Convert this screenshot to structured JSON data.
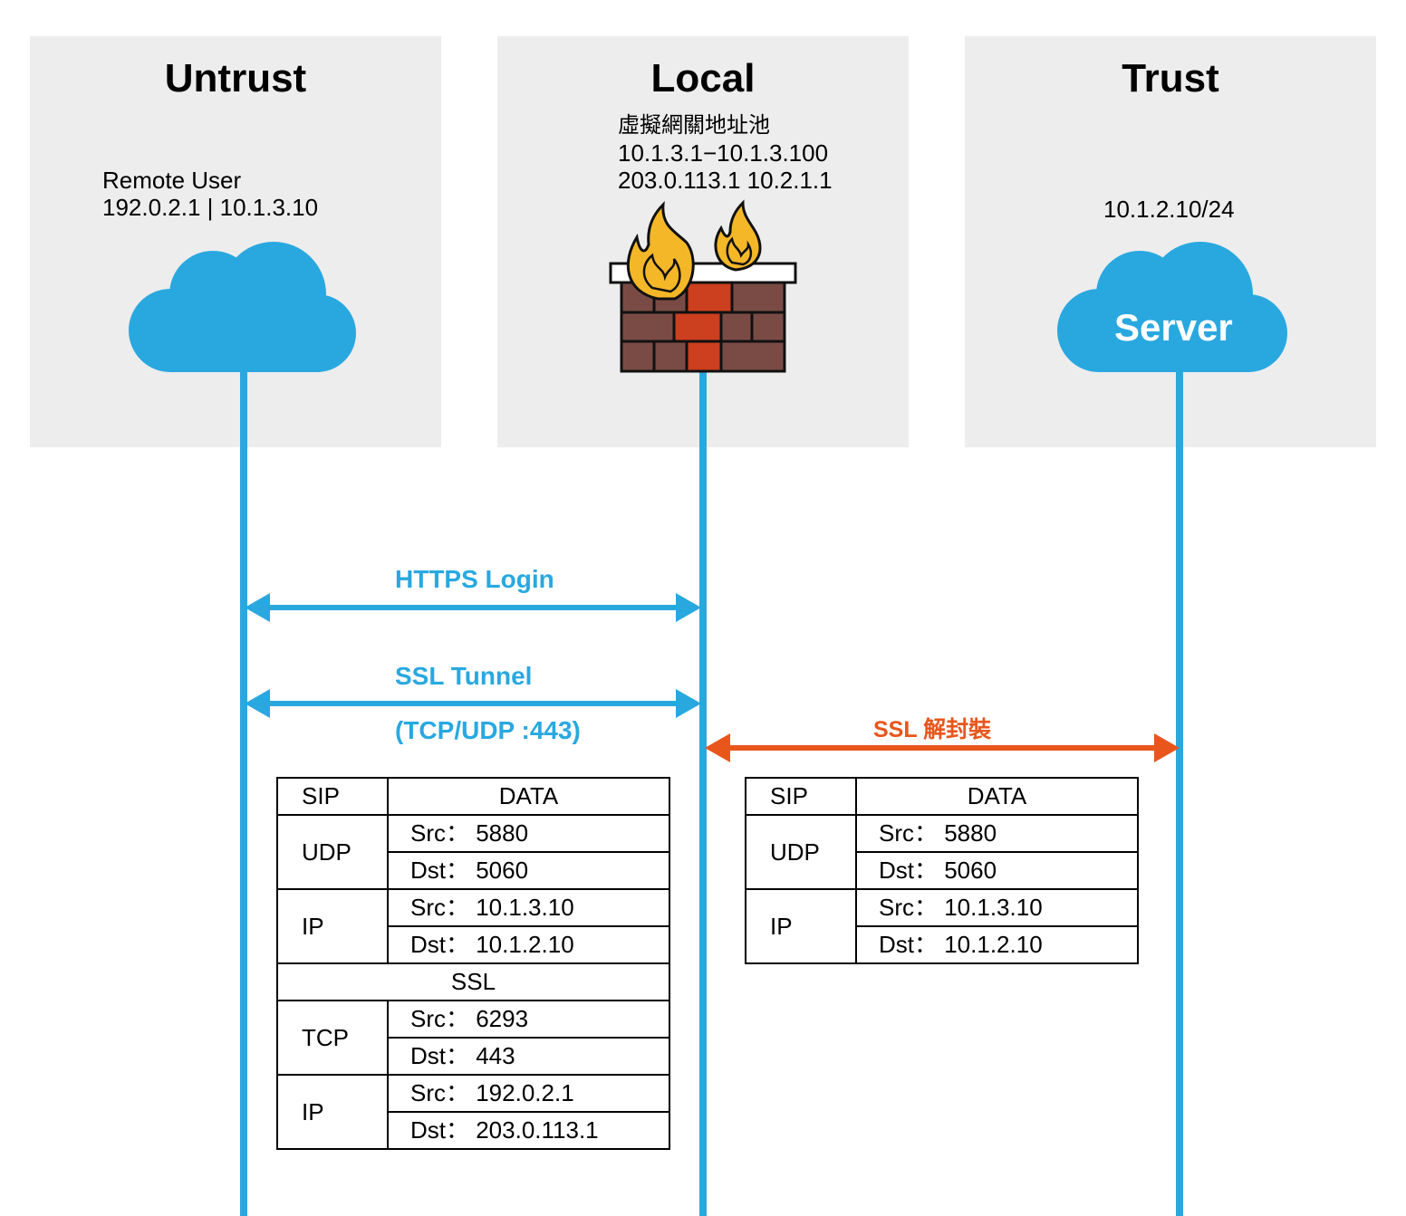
{
  "zones": {
    "untrust": {
      "title": "Untrust",
      "user_label": "Remote User",
      "user_ip": "192.0.2.1 | 10.1.3.10"
    },
    "local": {
      "title": "Local",
      "pool_label": "虛擬網關地址池",
      "pool_range": "10.1.3.1−10.1.3.100",
      "pool_ips": "203.0.113.1 10.2.1.1"
    },
    "trust": {
      "title": "Trust",
      "subnet": "10.1.2.10/24",
      "server_label": "Server"
    }
  },
  "flows": {
    "https_login": "HTTPS Login",
    "ssl_tunnel": "SSL Tunnel",
    "ssl_tunnel_ports": "(TCP/UDP :443)",
    "ssl_decap": "SSL 解封裝"
  },
  "packet_left": {
    "head_key": "SIP",
    "head_val": "DATA",
    "udp": {
      "label": "UDP",
      "src": "Src： 5880",
      "dst": "Dst： 5060"
    },
    "ip_inner": {
      "label": "IP",
      "src": "Src： 10.1.3.10",
      "dst": "Dst： 10.1.2.10"
    },
    "ssl": "SSL",
    "tcp": {
      "label": "TCP",
      "src": "Src： 6293",
      "dst": "Dst： 443"
    },
    "ip_outer": {
      "label": "IP",
      "src": "Src： 192.0.2.1",
      "dst": "Dst： 203.0.113.1"
    }
  },
  "packet_right": {
    "head_key": "SIP",
    "head_val": "DATA",
    "udp": {
      "label": "UDP",
      "src": "Src： 5880",
      "dst": "Dst： 5060"
    },
    "ip": {
      "label": "IP",
      "src": "Src： 10.1.3.10",
      "dst": "Dst： 10.1.2.10"
    }
  },
  "colors": {
    "zone_bg": "#ededed",
    "line_blue": "#29a8e0",
    "arrow_orange": "#e8561c",
    "brick": "#7a4b45",
    "brick_center": "#cc3f1f",
    "flame": "#f4b728"
  },
  "icons": [
    "cloud-icon",
    "firewall-icon",
    "server-cloud-icon"
  ]
}
